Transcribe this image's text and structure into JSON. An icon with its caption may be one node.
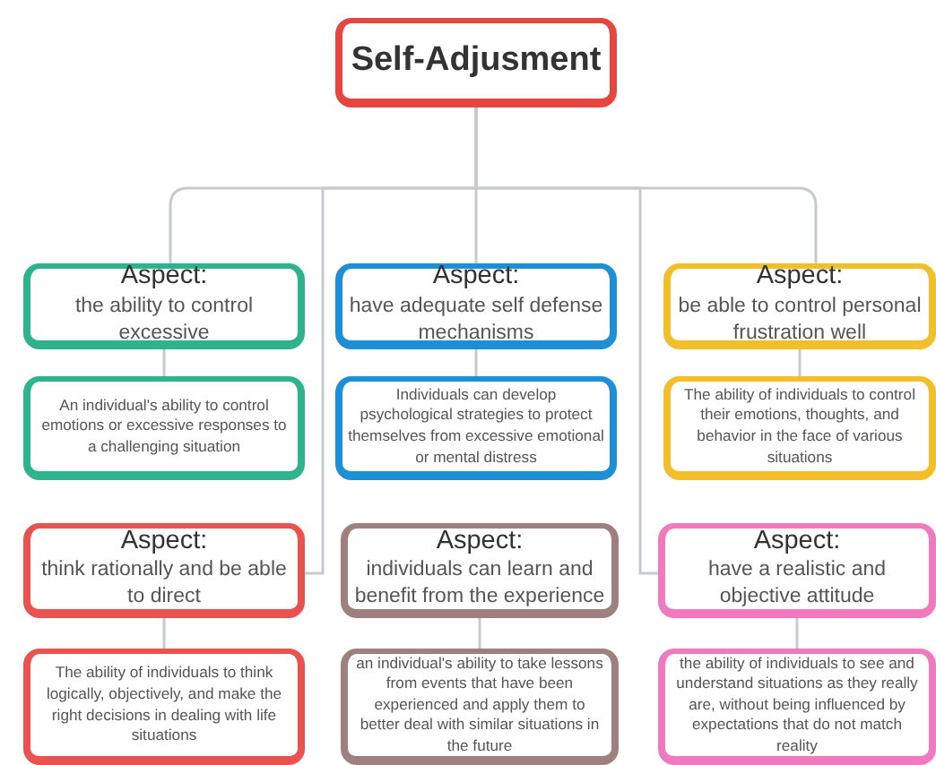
{
  "diagram": {
    "nodes": [
      {
        "text": [
          "Self-Adjusment"
        ]
      },
      {
        "text": [
          "Aspect:",
          "the ability to control excessive"
        ]
      },
      {
        "text": [
          "An individual's ability to control emotions or excessive responses to a challenging situation"
        ]
      },
      {
        "text": [
          "Aspect:",
          "have adequate self defense mechanisms"
        ]
      },
      {
        "text": [
          "Individuals can develop psychological strategies to protect themselves from excessive emotional or mental distress"
        ]
      },
      {
        "text": [
          "Aspect:",
          "be able to control personal frustration well"
        ]
      },
      {
        "text": [
          "The ability of individuals to control their emotions, thoughts, and behavior in the face of various situations"
        ]
      },
      {
        "text": [
          "Aspect:",
          "think rationally and be able to direct"
        ]
      },
      {
        "text": [
          "The ability of individuals to think logically, objectively, and make the right decisions in dealing with life situations"
        ]
      },
      {
        "text": [
          "Aspect:",
          "individuals can learn and benefit from the experience"
        ]
      },
      {
        "text": [
          "an individual's ability to take lessons from events that have been experienced and apply them to better deal with similar situations in the future"
        ]
      },
      {
        "text": [
          "Aspect:",
          "have a realistic and objective attitude"
        ]
      },
      {
        "text": [
          "the ability of individuals to see and understand situations as they really are, without being influenced by expectations that do not match reality"
        ]
      }
    ],
    "edges": [
      {
        "from": 0,
        "to": 1,
        "arrow": "none"
      },
      {
        "from": 0,
        "to": 3,
        "arrow": "none"
      },
      {
        "from": 0,
        "to": 5,
        "arrow": "none"
      },
      {
        "from": 0,
        "to": 7,
        "arrow": "none"
      },
      {
        "from": 0,
        "to": 11,
        "arrow": "none"
      },
      {
        "from": 1,
        "to": 2,
        "arrow": "none"
      },
      {
        "from": 3,
        "to": 4,
        "arrow": "none"
      },
      {
        "from": 5,
        "to": 6,
        "arrow": "none"
      },
      {
        "from": 7,
        "to": 8,
        "arrow": "none"
      },
      {
        "from": 9,
        "to": 10,
        "arrow": "none"
      },
      {
        "from": 11,
        "to": 12,
        "arrow": "none"
      }
    ]
  }
}
